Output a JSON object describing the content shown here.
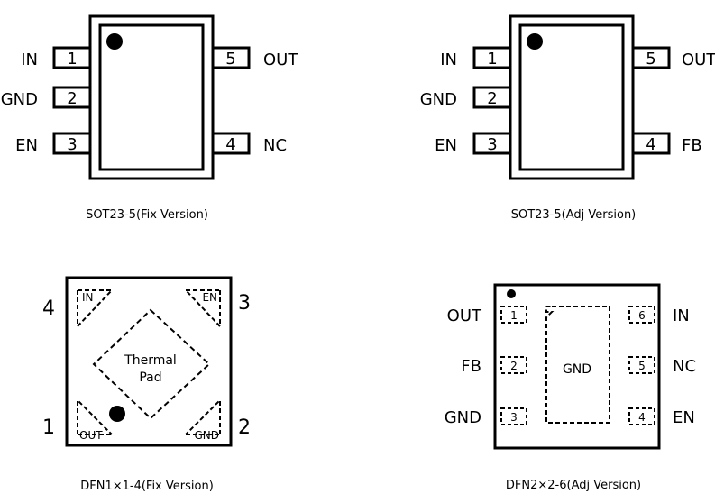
{
  "sot_fix": {
    "caption": "SOT23-5(Fix Version)",
    "pins": [
      {
        "num": "1",
        "name": "IN"
      },
      {
        "num": "2",
        "name": "GND"
      },
      {
        "num": "3",
        "name": "EN"
      },
      {
        "num": "5",
        "name": "OUT"
      },
      {
        "num": "4",
        "name": "NC"
      }
    ]
  },
  "sot_adj": {
    "caption": "SOT23-5(Adj Version)",
    "pins": [
      {
        "num": "1",
        "name": "IN"
      },
      {
        "num": "2",
        "name": "GND"
      },
      {
        "num": "3",
        "name": "EN"
      },
      {
        "num": "5",
        "name": "OUT"
      },
      {
        "num": "4",
        "name": "FB"
      }
    ]
  },
  "dfn_fix": {
    "caption": "DFN1×1-4(Fix Version)",
    "corner_numbers": [
      "4",
      "3",
      "1",
      "2"
    ],
    "corner_labels": [
      "IN",
      "EN",
      "OUT",
      "GND"
    ],
    "thermal_line1": "Thermal",
    "thermal_line2": "Pad"
  },
  "dfn_adj": {
    "caption": "DFN2×2-6(Adj Version)",
    "left_pins": [
      {
        "num": "1",
        "name": "OUT"
      },
      {
        "num": "2",
        "name": "FB"
      },
      {
        "num": "3",
        "name": "GND"
      }
    ],
    "right_pins": [
      {
        "num": "6",
        "name": "IN"
      },
      {
        "num": "5",
        "name": "NC"
      },
      {
        "num": "4",
        "name": "EN"
      }
    ],
    "center_label": "GND"
  }
}
